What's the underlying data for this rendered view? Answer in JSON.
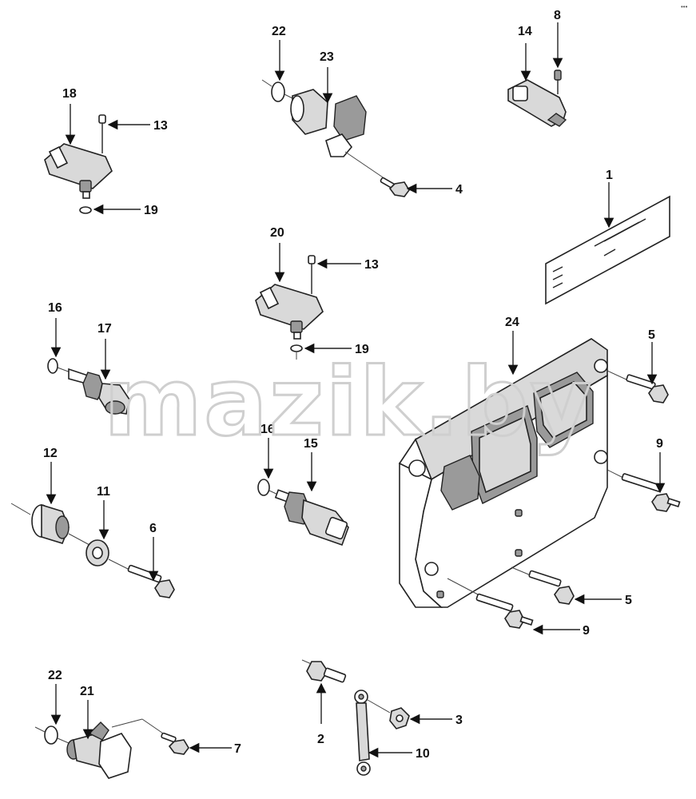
{
  "watermark": "mazik.by",
  "corner_mark": "•••",
  "callouts": {
    "c1": "1",
    "c2": "2",
    "c3": "3",
    "c4": "4",
    "c5a": "5",
    "c5b": "5",
    "c6": "6",
    "c7": "7",
    "c8": "8",
    "c9a": "9",
    "c9b": "9",
    "c10": "10",
    "c11": "11",
    "c12": "12",
    "c13a": "13",
    "c13b": "13",
    "c14": "14",
    "c15": "15",
    "c16a": "16",
    "c16b": "16",
    "c17": "17",
    "c18": "18",
    "c19a": "19",
    "c19b": "19",
    "c20": "20",
    "c21": "21",
    "c22a": "22",
    "c22b": "22",
    "c23": "23",
    "c24": "24"
  },
  "icons": {
    "arrow": "arrow-icon",
    "ecm": "ecm-module-icon",
    "sensor": "pressure-sensor-icon",
    "bolt": "bolt-icon"
  },
  "colors": {
    "line": "#222222",
    "fill": "#d9d9d9",
    "dark": "#9a9a9a",
    "watermark": "#cfcfcf"
  }
}
